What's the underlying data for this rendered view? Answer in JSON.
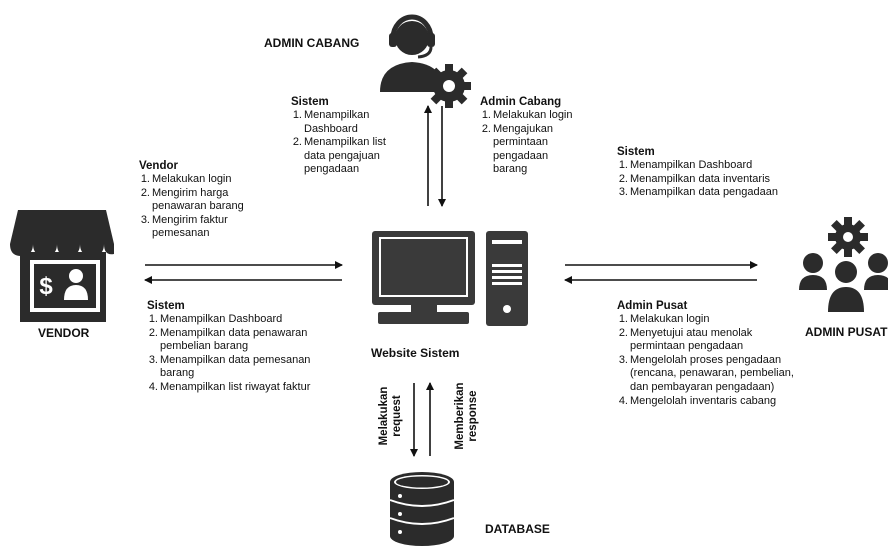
{
  "nodes": {
    "admin_cabang": "ADMIN CABANG",
    "vendor": "VENDOR",
    "admin_pusat": "ADMIN PUSAT",
    "website": "Website Sistem",
    "database": "DATABASE"
  },
  "blocks": {
    "sistem_admin_cabang": {
      "title": "Sistem",
      "items": [
        "Menampilkan Dashboard",
        "Menampilkan list data pengajuan pengadaan"
      ]
    },
    "admin_cabang": {
      "title": "Admin Cabang",
      "items": [
        "Melakukan login",
        "Mengajukan permintaan pengadaan barang"
      ]
    },
    "vendor": {
      "title": "Vendor",
      "items": [
        "Melakukan login",
        "Mengirim harga penawaran barang",
        "Mengirim faktur pemesanan"
      ]
    },
    "sistem_vendor": {
      "title": "Sistem",
      "items": [
        "Menampilkan Dashboard",
        "Menampilkan data penawaran pembelian barang",
        "Menampilkan data pemesanan barang",
        "Menampilkan list riwayat faktur"
      ]
    },
    "sistem_admin_pusat": {
      "title": "Sistem",
      "items": [
        "Menampilkan Dashboard",
        "Menampilkan data inventaris",
        "Menampilkan data pengadaan"
      ]
    },
    "admin_pusat": {
      "title": "Admin Pusat",
      "items": [
        "Melakukan login",
        "Menyetujui atau menolak permintaan pengadaan",
        "Mengelolah proses pengadaan (rencana, penawaran, pembelian, dan pembayaran pengadaan)",
        "Mengelolah inventaris cabang"
      ]
    }
  },
  "database_flow": {
    "request": "Melakukan request",
    "response": "Memberikan response"
  },
  "colors": {
    "icon": "#2b2b2b",
    "arrow": "#111111"
  }
}
